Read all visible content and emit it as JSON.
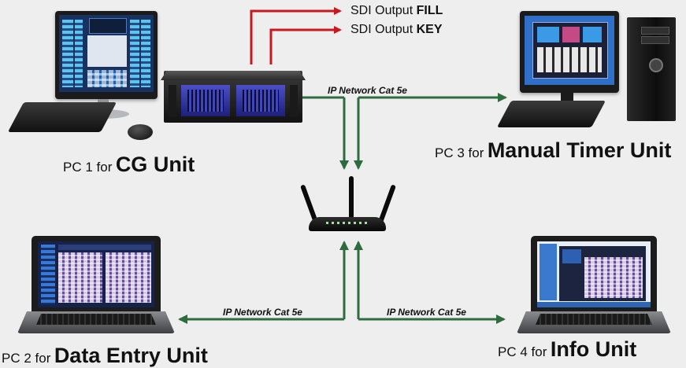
{
  "nodes": {
    "pc1": {
      "prefix": "PC 1 for",
      "name": "CG Unit"
    },
    "pc2": {
      "prefix": "PC 2 for",
      "name": "Data Entry Unit"
    },
    "pc3": {
      "prefix": "PC 3 for",
      "name": "Manual Timer Unit"
    },
    "pc4": {
      "prefix": "PC 4 for",
      "name": "Info Unit"
    }
  },
  "outputs": {
    "fill": {
      "prefix": "SDI Output",
      "name": "FILL"
    },
    "key": {
      "prefix": "SDI Output",
      "name": "KEY"
    }
  },
  "links": {
    "top": "IP Network Cat 5e",
    "bottom_left": "IP Network Cat 5e",
    "bottom_right": "IP Network Cat 5e"
  },
  "colors": {
    "sdi_arrow": "#c8181e",
    "network_arrow": "#2e6b3f",
    "background": "#eeeeee"
  }
}
